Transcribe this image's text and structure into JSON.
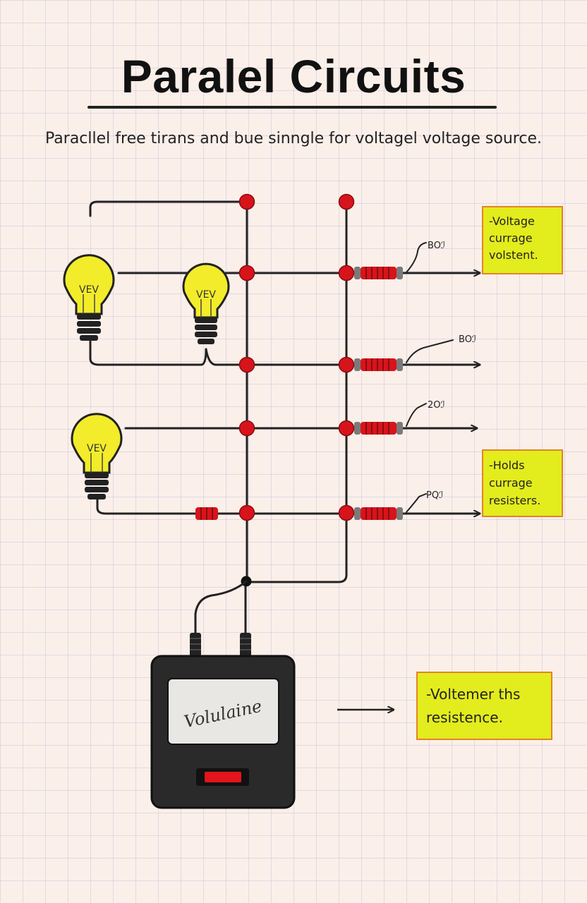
{
  "diagram": {
    "title": "Paralel Circuits",
    "subtitle": "Paracllel free tirans and bue sinngle for voltagel voltage source.",
    "bulbs": [
      {
        "label": "VEV"
      },
      {
        "label": "VEV"
      },
      {
        "label": "VEV"
      }
    ],
    "resistor_labels": [
      "BOℐ",
      "BOℐ",
      "2Oℐ",
      "PQℐ"
    ],
    "notes": [
      {
        "text": "-Voltage\ncurrage\nvolstent."
      },
      {
        "text": "-Holds\ncurrage\nresisters."
      },
      {
        "text": "-Voltemer ths\nresistence."
      }
    ],
    "meter": {
      "display": "Volulaine"
    },
    "colors": {
      "wire": "#222222",
      "junction": "#d7141b",
      "bulb": "#f2ec2a",
      "note": "#e3ec1c",
      "note_border": "#e2832a",
      "meter_body": "#2a2a2a"
    }
  }
}
